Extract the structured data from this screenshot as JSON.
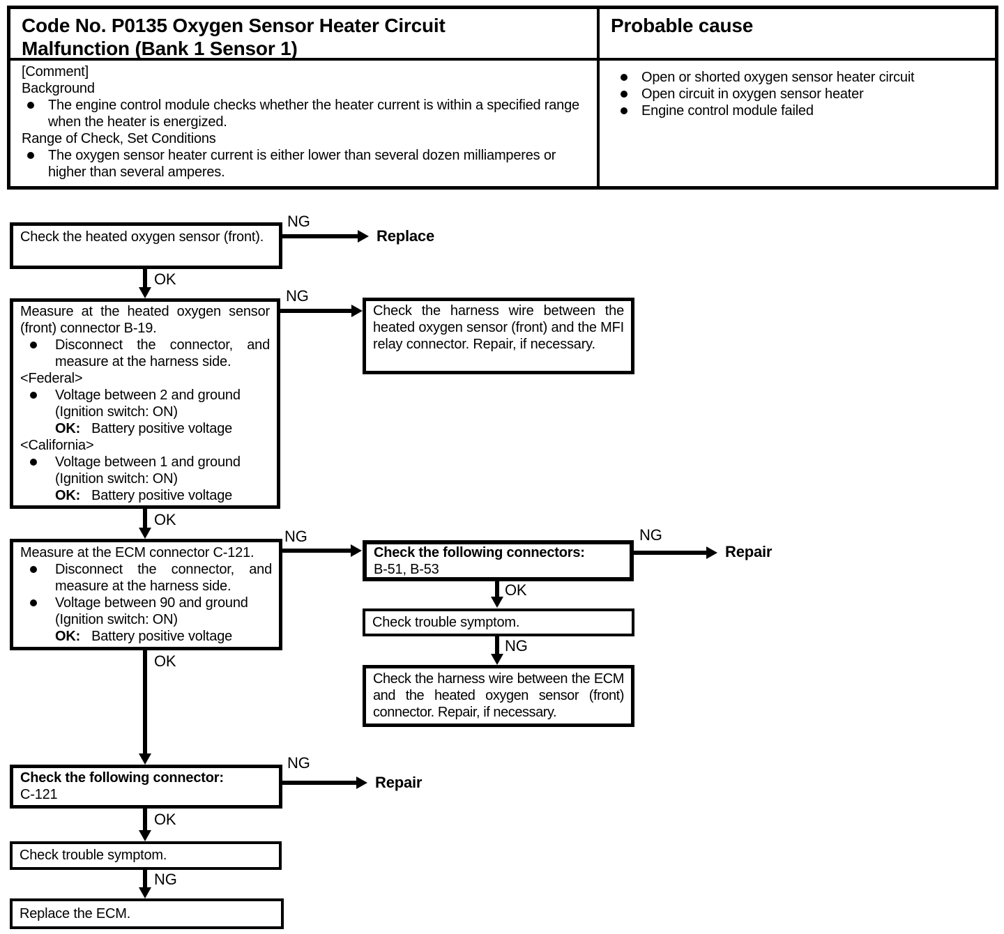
{
  "header": {
    "code_title": "Code No. P0135 Oxygen Sensor Heater Circuit Malfunction (Bank 1 Sensor 1)",
    "probable_cause_title": "Probable cause",
    "comment_tag": "[Comment]",
    "background_label": "Background",
    "background_items": [
      "The engine control module checks whether the heater current is within a specified range when the heater is energized."
    ],
    "range_label": "Range of Check, Set Conditions",
    "range_items": [
      "The oxygen sensor heater current is either lower than several dozen milliamperes or higher than several amperes."
    ],
    "probable_causes": [
      "Open or shorted oxygen sensor heater circuit",
      "Open circuit in oxygen sensor heater",
      "Engine control module failed"
    ]
  },
  "labels": {
    "ng": "NG",
    "ok": "OK",
    "replace": "Replace",
    "repair": "Repair"
  },
  "flow": {
    "box1": {
      "text": "Check the heated oxygen sensor (front)."
    },
    "box2": {
      "title": "Measure at the heated oxygen sensor (front) connector B-19.",
      "bullet1": "Disconnect the connector, and measure at the harness side.",
      "federal_label": "<Federal>",
      "federal_bullet": "Voltage between 2 and ground",
      "federal_cond": "(Ignition switch: ON)",
      "federal_ok_label": "OK:",
      "federal_ok_text": "Battery positive voltage",
      "california_label": "<California>",
      "california_bullet": "Voltage between 1 and ground",
      "california_cond": "(Ignition switch: ON)",
      "california_ok_label": "OK:",
      "california_ok_text": "Battery positive voltage"
    },
    "box_harness_mfi": {
      "text": "Check the harness wire between the heated oxygen sensor (front) and the MFI relay connector. Repair, if necessary."
    },
    "box3": {
      "title": "Measure at the ECM connector C-121.",
      "bullet1": "Disconnect the connector, and measure at the harness side.",
      "bullet2": "Voltage between 90 and ground",
      "bullet2_cond": "(Ignition switch: ON)",
      "ok_label": "OK:",
      "ok_text": "Battery positive voltage"
    },
    "box_connectors": {
      "title": "Check the following connectors:",
      "detail": "B-51, B-53"
    },
    "box_symptom1": {
      "text": "Check trouble symptom."
    },
    "box_harness_ecm": {
      "text": "Check the harness wire between the ECM and the heated oxygen sensor (front) connector. Repair, if necessary."
    },
    "box_connector_c121": {
      "title": "Check the following connector:",
      "detail": "C-121"
    },
    "box_symptom2": {
      "text": "Check trouble symptom."
    },
    "box_replace_ecm": {
      "text": "Replace the ECM."
    }
  }
}
